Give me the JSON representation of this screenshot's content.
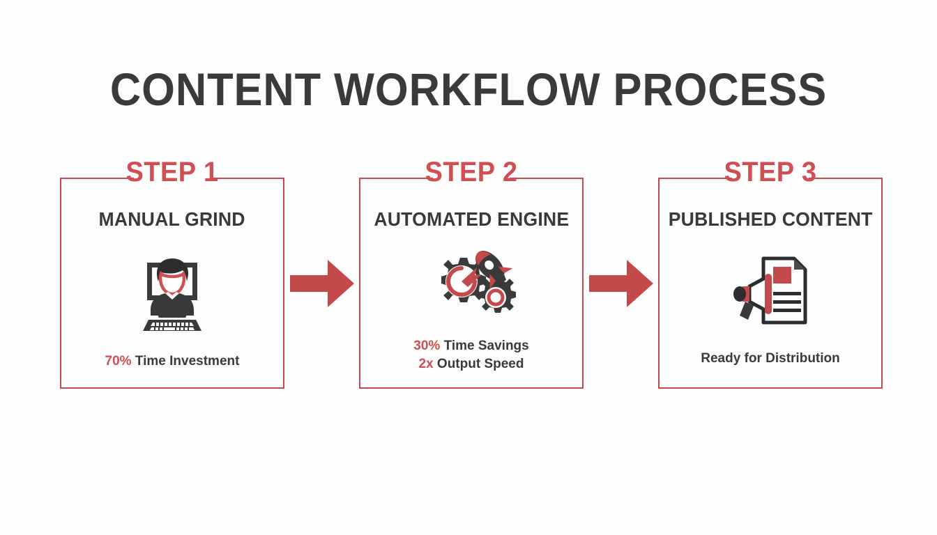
{
  "title": "CONTENT WORKFLOW PROCESS",
  "colors": {
    "accent_red": "#c4494a",
    "step_label_red": "#cf4f54",
    "text_dark": "#3a3a3a",
    "background": "#fdfdfd"
  },
  "steps": [
    {
      "step_label": "STEP 1",
      "heading": "MANUAL GRIND",
      "icon": "person-at-computer-icon",
      "stats": [
        {
          "value": "70%",
          "label": "Time Investment"
        }
      ]
    },
    {
      "step_label": "STEP 2",
      "heading": "AUTOMATED ENGINE",
      "icon": "gears-rocket-icon",
      "stats": [
        {
          "value": "30%",
          "label": "Time Savings"
        },
        {
          "value": "2x",
          "label": "Output Speed"
        }
      ]
    },
    {
      "step_label": "STEP 3",
      "heading": "PUBLISHED CONTENT",
      "icon": "megaphone-document-icon",
      "caption": "Ready for Distribution"
    }
  ],
  "connectors": [
    {
      "name": "arrow-step1-to-step2"
    },
    {
      "name": "arrow-step2-to-step3"
    }
  ]
}
